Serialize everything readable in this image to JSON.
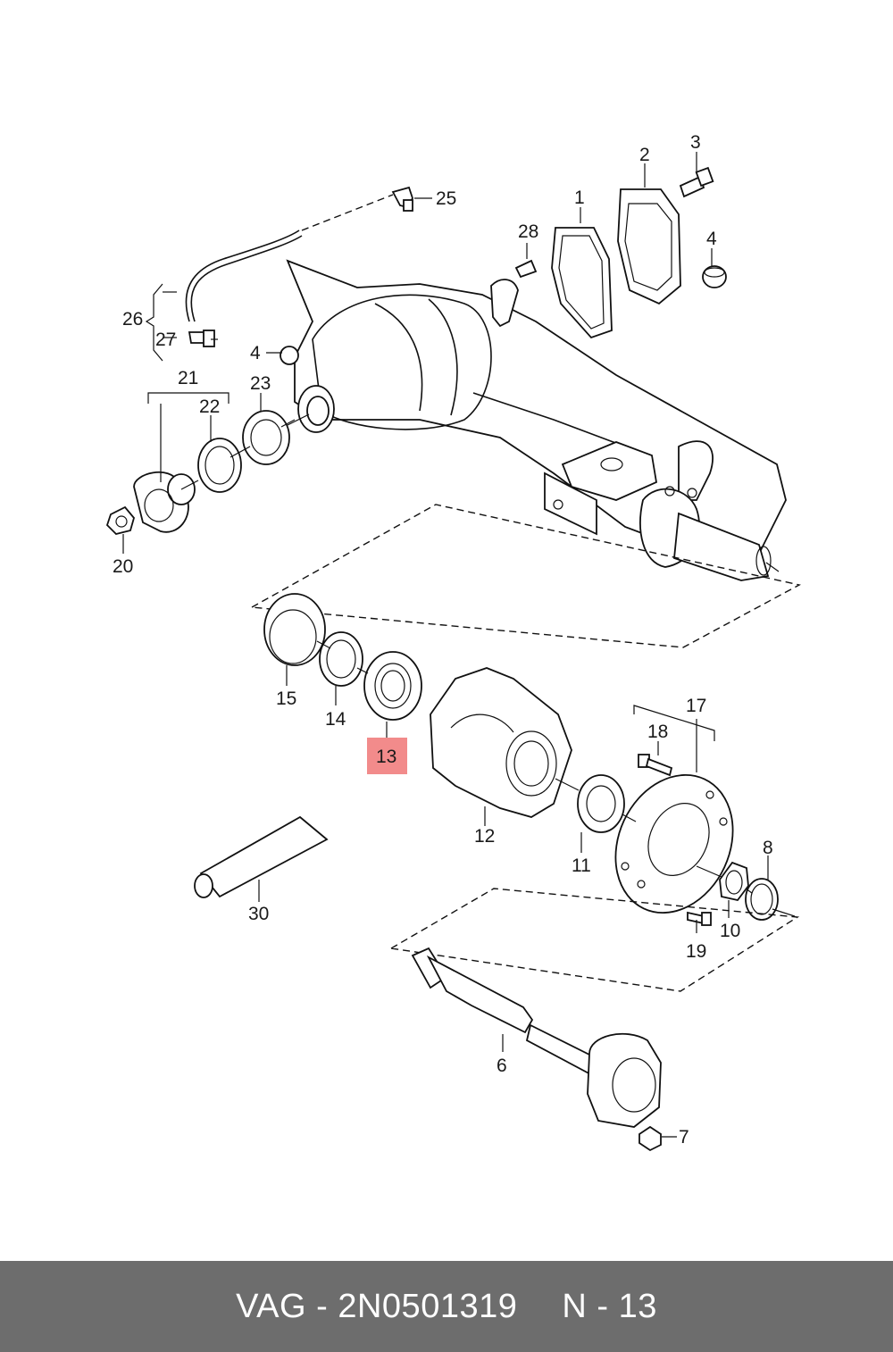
{
  "callouts": [
    {
      "id": "1",
      "text": "1"
    },
    {
      "id": "2",
      "text": "2"
    },
    {
      "id": "3",
      "text": "3"
    },
    {
      "id": "4a",
      "text": "4"
    },
    {
      "id": "4b",
      "text": "4"
    },
    {
      "id": "6",
      "text": "6"
    },
    {
      "id": "7",
      "text": "7"
    },
    {
      "id": "8",
      "text": "8"
    },
    {
      "id": "10",
      "text": "10"
    },
    {
      "id": "11",
      "text": "11"
    },
    {
      "id": "12",
      "text": "12"
    },
    {
      "id": "13",
      "text": "13"
    },
    {
      "id": "14",
      "text": "14"
    },
    {
      "id": "15",
      "text": "15"
    },
    {
      "id": "17",
      "text": "17"
    },
    {
      "id": "18",
      "text": "18"
    },
    {
      "id": "19",
      "text": "19"
    },
    {
      "id": "20",
      "text": "20"
    },
    {
      "id": "21",
      "text": "21"
    },
    {
      "id": "22",
      "text": "22"
    },
    {
      "id": "23",
      "text": "23"
    },
    {
      "id": "25",
      "text": "25"
    },
    {
      "id": "26",
      "text": "26"
    },
    {
      "id": "27",
      "text": "27"
    },
    {
      "id": "28",
      "text": "28"
    },
    {
      "id": "30",
      "text": "30"
    }
  ],
  "highlight": {
    "part": "13",
    "color": "#f28b8b"
  },
  "footer": {
    "brand": "VAG",
    "separator": "-",
    "part_number": "2N0501319",
    "position_prefix": "N",
    "position_number": "13"
  }
}
